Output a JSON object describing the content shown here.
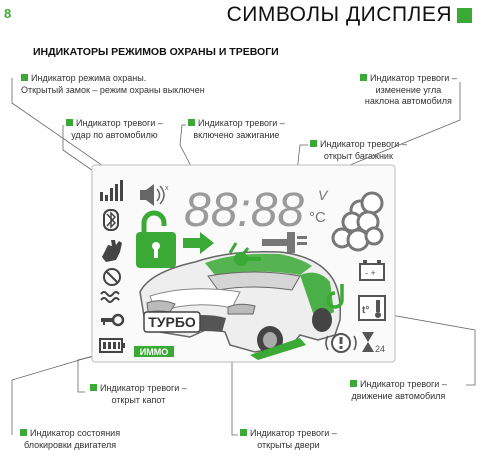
{
  "page_number": "8",
  "header": {
    "title": "СИМВОЛЫ ДИСПЛЕЯ"
  },
  "section_title": "ИНДИКАТОРЫ РЕЖИМОВ ОХРАНЫ И ТРЕВОГИ",
  "callouts": {
    "guard_mode": {
      "line1": "Индикатор режима охраны.",
      "line2": "Открытый замок – режим охраны выключен"
    },
    "impact": {
      "line1": "Индикатор тревоги –",
      "line2": "удар по автомобилю"
    },
    "ignition": {
      "line1": "Индикатор тревоги –",
      "line2": "включено зажигание"
    },
    "tilt": {
      "line1": "Индикатор тревоги –",
      "line2": "изменение угла",
      "line3": "наклона автомобиля"
    },
    "trunk": {
      "line1": "Индикатор тревоги –",
      "line2": "открыт багажник"
    },
    "hood": {
      "line1": "Индикатор тревоги –",
      "line2": "открыт капот"
    },
    "movement": {
      "line1": "Индикатор тревоги –",
      "line2": "движение автомобиля"
    },
    "engine_block": {
      "line1": "Индикатор  состояния",
      "line2": "блокировки двигателя"
    },
    "doors": {
      "line1": "Индикатор тревоги –",
      "line2": "открыты двери"
    }
  },
  "display": {
    "clock_digits": "88:88",
    "unit_v": "V",
    "unit_c": "°C",
    "turbo_label": "ТУРБО",
    "immo_label": "ИММО",
    "timer_label": "24",
    "thermo_label": "t°"
  },
  "colors": {
    "accent": "#3aa935",
    "lcd_gray": "#9a9a9a",
    "text": "#222222"
  }
}
